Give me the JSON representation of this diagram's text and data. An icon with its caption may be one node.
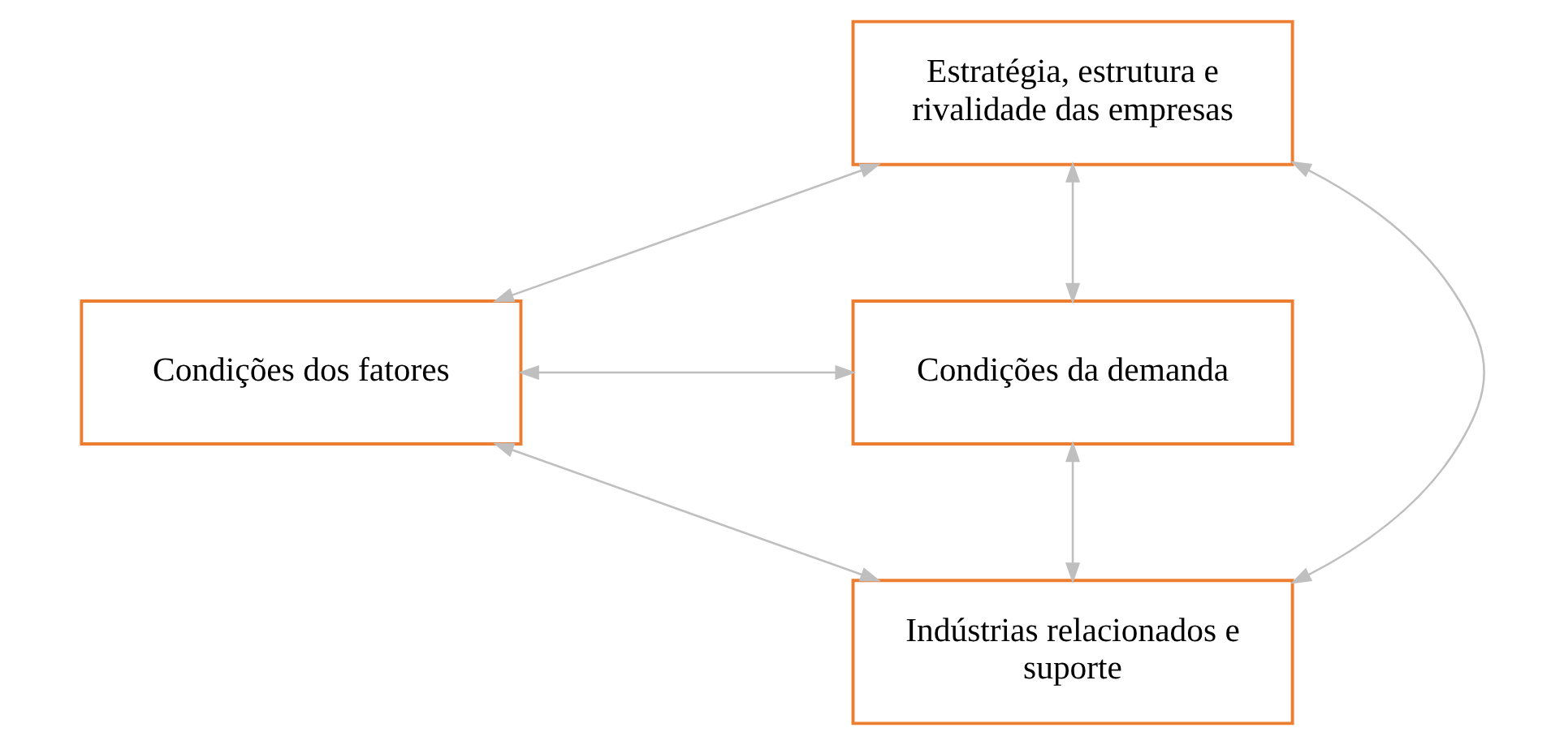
{
  "diagram": {
    "nodes": [
      {
        "text": [
          "Estratégia, estrutura e rivalidade das empresas"
        ]
      },
      {
        "text": [
          "Condições dos fatores"
        ]
      },
      {
        "text": [
          "Condições da demanda"
        ]
      },
      {
        "text": [
          "Indústrias relacionados e suporte"
        ]
      }
    ],
    "edges": [
      {
        "from": 0,
        "to": 1,
        "arrow": "both"
      },
      {
        "from": 0,
        "to": 2,
        "arrow": "both"
      },
      {
        "from": 1,
        "to": 2,
        "arrow": "both"
      },
      {
        "from": 0,
        "to": 3,
        "arrow": "both"
      },
      {
        "from": 1,
        "to": 3,
        "arrow": "both"
      },
      {
        "from": 2,
        "to": 3,
        "arrow": "both"
      }
    ]
  }
}
